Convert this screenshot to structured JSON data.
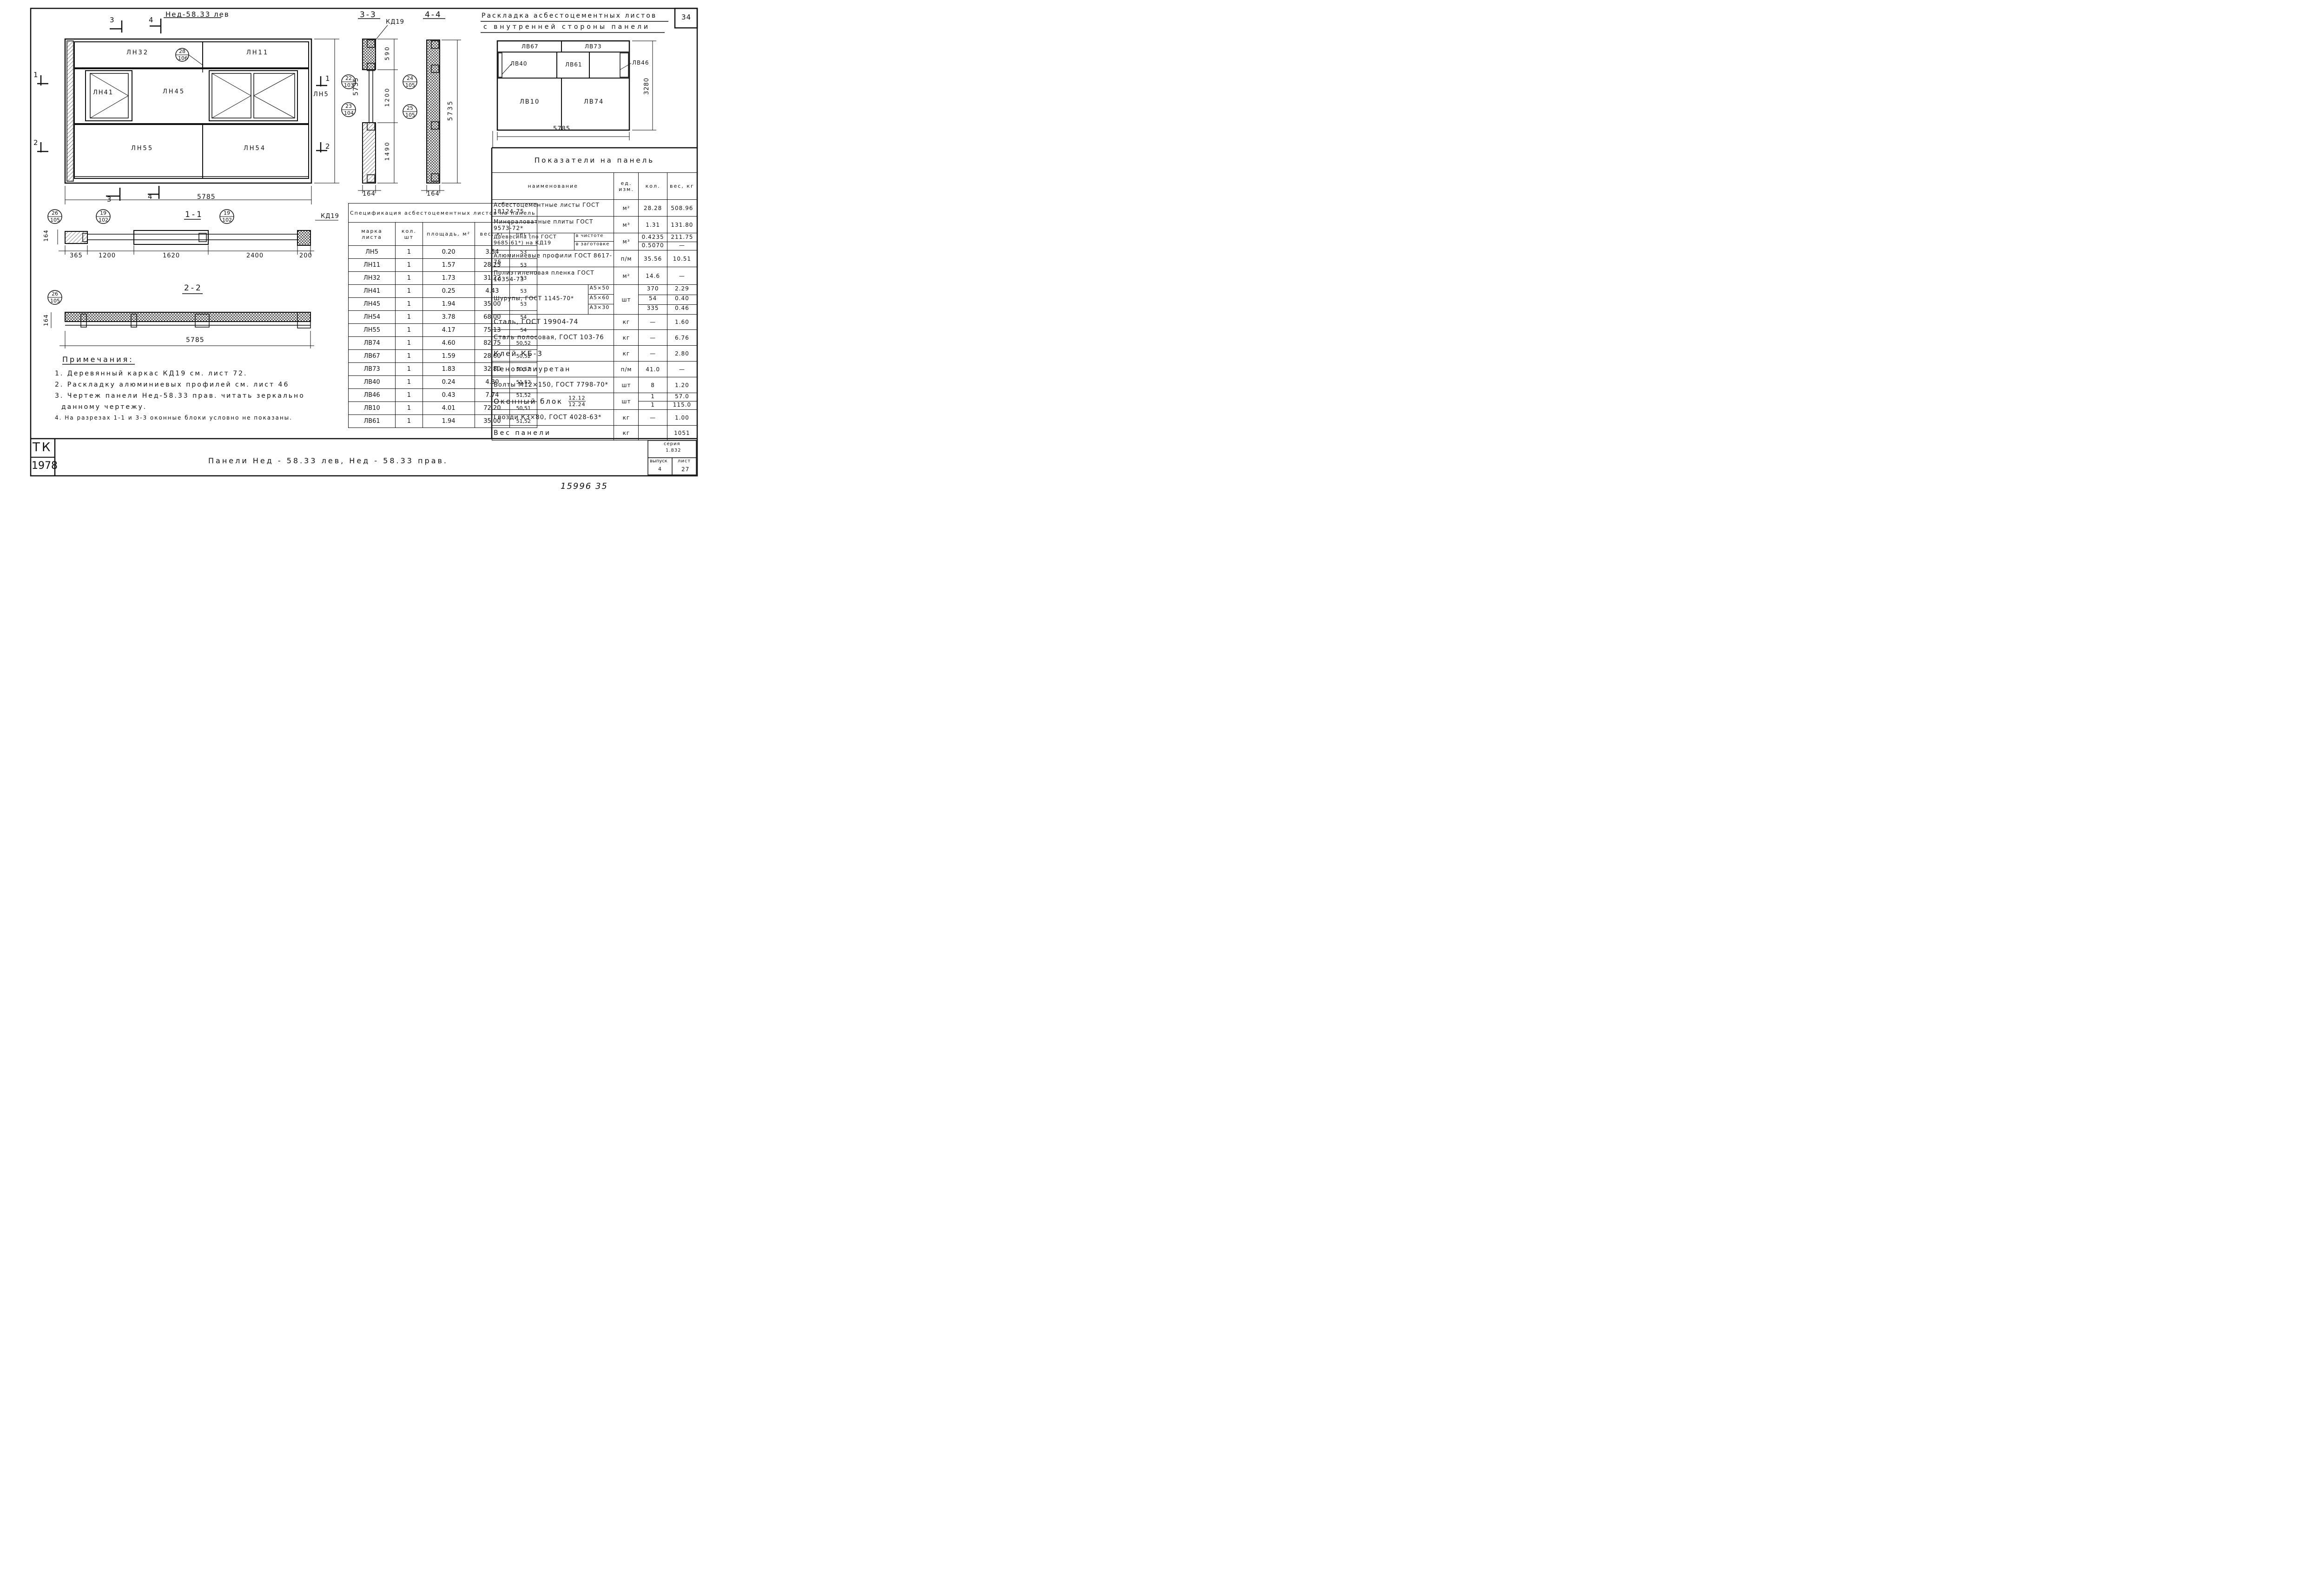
{
  "sheet": {
    "number": "34",
    "bottom_note": "15996 35"
  },
  "stamp": {
    "tk": "ТК",
    "year": "1978",
    "title": "Панели Нед - 58.33 лев,  Нед - 58.33 прав.",
    "series_label": "серия",
    "series_value": "1.832",
    "vyp_label": "выпуск",
    "vyp_value": "4",
    "list_label": "лист",
    "list_value": "27"
  },
  "elevation": {
    "title": "Нед-58.33 лев",
    "panels": [
      "ЛН32",
      "ЛН11",
      "ЛН41",
      "ЛН45",
      "ЛН5",
      "ЛН55",
      "ЛН54"
    ],
    "width_dim": "5785",
    "height_dim": "5735",
    "cuts": [
      "1",
      "2",
      "3",
      "4"
    ],
    "callout": {
      "top": "28",
      "bottom": "106"
    }
  },
  "section11": {
    "title": "1-1",
    "dims": [
      "365",
      "1200",
      "1620",
      "2400",
      "200"
    ],
    "thickness": "164",
    "callouts": [
      {
        "top": "26",
        "bottom": "105"
      },
      {
        "top": "19",
        "bottom": "102"
      },
      {
        "top": "19",
        "bottom": "102"
      }
    ],
    "kd": "КД19"
  },
  "section22": {
    "title": "2-2",
    "width": "5785",
    "thickness": "164",
    "callout": {
      "top": "26",
      "bottom": "105"
    }
  },
  "section33": {
    "title": "3-3",
    "dims": [
      "590",
      "1200",
      "1490"
    ],
    "thickness": "164",
    "kd": "КД19",
    "callouts": [
      {
        "top": "22",
        "bottom": "103"
      },
      {
        "top": "23",
        "bottom": "104"
      }
    ]
  },
  "section44": {
    "title": "4-4",
    "thickness": "164",
    "callouts": [
      {
        "top": "24",
        "bottom": "105"
      },
      {
        "top": "25",
        "bottom": "105"
      }
    ]
  },
  "layout": {
    "title_line1": "Раскладка асбестоцементных листов",
    "title_line2": "с внутренней стороны панели",
    "sheets": [
      "ЛВ67",
      "ЛВ73",
      "ЛВ40",
      "ЛВ61",
      "ЛВ46",
      "ЛВ10",
      "ЛВ74"
    ],
    "width": "5785",
    "height": "3280"
  },
  "spec": {
    "title": "Спецификация асбестоцементных листов на панель",
    "headers": [
      "марка листа",
      "кол. шт",
      "площадь, м²",
      "вес, кг",
      "лист"
    ],
    "rows": [
      [
        "ЛН5",
        "1",
        "0.20",
        "3.54",
        "53"
      ],
      [
        "ЛН11",
        "1",
        "1.57",
        "28.25",
        "53"
      ],
      [
        "ЛН32",
        "1",
        "1.73",
        "31.22",
        "53"
      ],
      [
        "ЛН41",
        "1",
        "0.25",
        "4.43",
        "53"
      ],
      [
        "ЛН45",
        "1",
        "1.94",
        "35.00",
        "53"
      ],
      [
        "ЛН54",
        "1",
        "3.78",
        "68.00",
        "54"
      ],
      [
        "ЛН55",
        "1",
        "4.17",
        "75.13",
        "54"
      ],
      [
        "ЛВ74",
        "1",
        "4.60",
        "82.75",
        "50,52"
      ],
      [
        "ЛВ67",
        "1",
        "1.59",
        "28.60",
        "50,52"
      ],
      [
        "ЛВ73",
        "1",
        "1.83",
        "32.80",
        "50,52"
      ],
      [
        "ЛВ40",
        "1",
        "0.24",
        "4.30",
        "51,52"
      ],
      [
        "ЛВ46",
        "1",
        "0.43",
        "7.74",
        "51,52"
      ],
      [
        "ЛВ10",
        "1",
        "4.01",
        "72.20",
        "50,51"
      ],
      [
        "ЛВ61",
        "1",
        "1.94",
        "35.00",
        "51,52"
      ]
    ]
  },
  "indicators": {
    "title": "Показатели на панель",
    "headers": [
      "наименование",
      "ед. изм.",
      "кол.",
      "вес, кг"
    ],
    "rows": [
      {
        "name": "Асбестоцементные листы ГОСТ 18124-75",
        "unit": "м²",
        "qty": "28.28",
        "w": "508.96"
      },
      {
        "name": "Минераловатные плиты ГОСТ 9573-72*",
        "unit": "м³",
        "qty": "1.31",
        "w": "131.80"
      },
      {
        "name": "Алюминиевые профили ГОСТ 8617-75",
        "unit": "п/м",
        "qty": "35.56",
        "w": "10.51"
      },
      {
        "name": "Полиэтиленовая пленка ГОСТ 10354-73",
        "unit": "м²",
        "qty": "14.6",
        "w": "—"
      },
      {
        "name": "Сталь, ГОСТ 19904-74",
        "unit": "кг",
        "qty": "—",
        "w": "1.60"
      },
      {
        "name": "Сталь полосовая, ГОСТ 103-76",
        "unit": "кг",
        "qty": "—",
        "w": "6.76"
      },
      {
        "name": "Клей КБ-3",
        "unit": "кг",
        "qty": "—",
        "w": "2.80"
      },
      {
        "name": "Пенополиуретан",
        "unit": "п/м",
        "qty": "41.0",
        "w": "—"
      },
      {
        "name": "Болты М12×150, ГОСТ 7798-70*",
        "unit": "шт",
        "qty": "8",
        "w": "1.20"
      },
      {
        "name": "Гвозди К3×80, ГОСТ 4028-63*",
        "unit": "кг",
        "qty": "—",
        "w": "1.00"
      },
      {
        "name": "Вес панели",
        "unit": "кг",
        "qty": "",
        "w": "1051"
      }
    ],
    "wood": {
      "name": "Древесина (по ГОСТ 9685-61*) на КД19",
      "sub1": "в чистоте",
      "sub2": "в заготовке",
      "unit": "м³",
      "q1": "0.4235",
      "q2": "0.5070",
      "w": "211.75",
      "w2": "—"
    },
    "screws": {
      "name": "Шурупы, ГОСТ 1145-70*",
      "unit": "шт",
      "items": [
        {
          "size": "А5×50",
          "qty": "370",
          "w": "2.29"
        },
        {
          "size": "А5×60",
          "qty": "54",
          "w": "0.40"
        },
        {
          "size": "А3×30",
          "qty": "335",
          "w": "0.46"
        }
      ]
    },
    "window": {
      "name": "Оконный блок",
      "f1": "12.12",
      "f2": "12.24",
      "unit": "шт",
      "q1": "1",
      "q2": "1",
      "w1": "57.0",
      "w2": "115.0"
    }
  },
  "notes": {
    "title": "Примечания:",
    "items": [
      "1. Деревянный каркас КД19 см. лист 72.",
      "2. Раскладку алюминиевых профилей см. лист 46",
      "3. Чертеж панели Нед-58.33 прав. читать зеркально",
      "   данному чертежу.",
      "4. На разрезах 1-1 и 3-3 оконные блоки условно не показаны."
    ]
  }
}
